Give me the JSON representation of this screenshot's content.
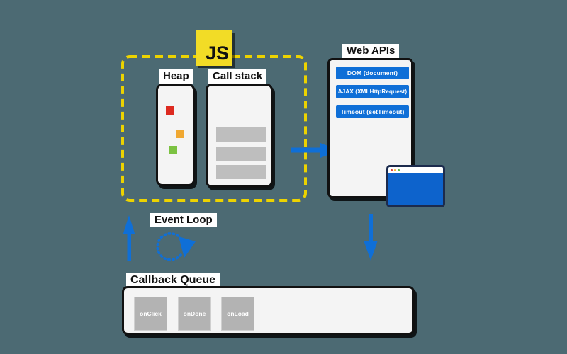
{
  "colors": {
    "bg": "#4C6A73",
    "js-yellow": "#F2DC26",
    "dash-yellow": "#EDD300",
    "accent-blue": "#0F6FD7",
    "box-bg": "#F4F4F4",
    "ink": "#111111",
    "bar-gray": "#BEBEBE",
    "square-gray": "#B3B3B3",
    "browser-border": "#1C2B4D",
    "browser-blue": "#0D63CC",
    "dot-red": "#E0443A",
    "dot-yellow": "#F5B32F",
    "dot-green": "#61BB46"
  },
  "js_logo": {
    "label": "JS"
  },
  "runtime": {
    "heap": {
      "label": "Heap",
      "objects": [
        {
          "name": "heap-object-red",
          "color": "#DD2A20"
        },
        {
          "name": "heap-object-orange",
          "color": "#F0A832"
        },
        {
          "name": "heap-object-green",
          "color": "#7CC242"
        }
      ]
    },
    "call_stack": {
      "label": "Call stack",
      "frame_count": 3
    }
  },
  "web_apis": {
    "label": "Web APIs",
    "items": [
      "DOM (document)",
      "AJAX (XMLHttpRequest)",
      "Timeout (setTimeout)"
    ]
  },
  "event_loop": {
    "label": "Event Loop"
  },
  "callback_queue": {
    "label": "Callback Queue",
    "items": [
      "onClick",
      "onDone",
      "onLoad"
    ]
  }
}
